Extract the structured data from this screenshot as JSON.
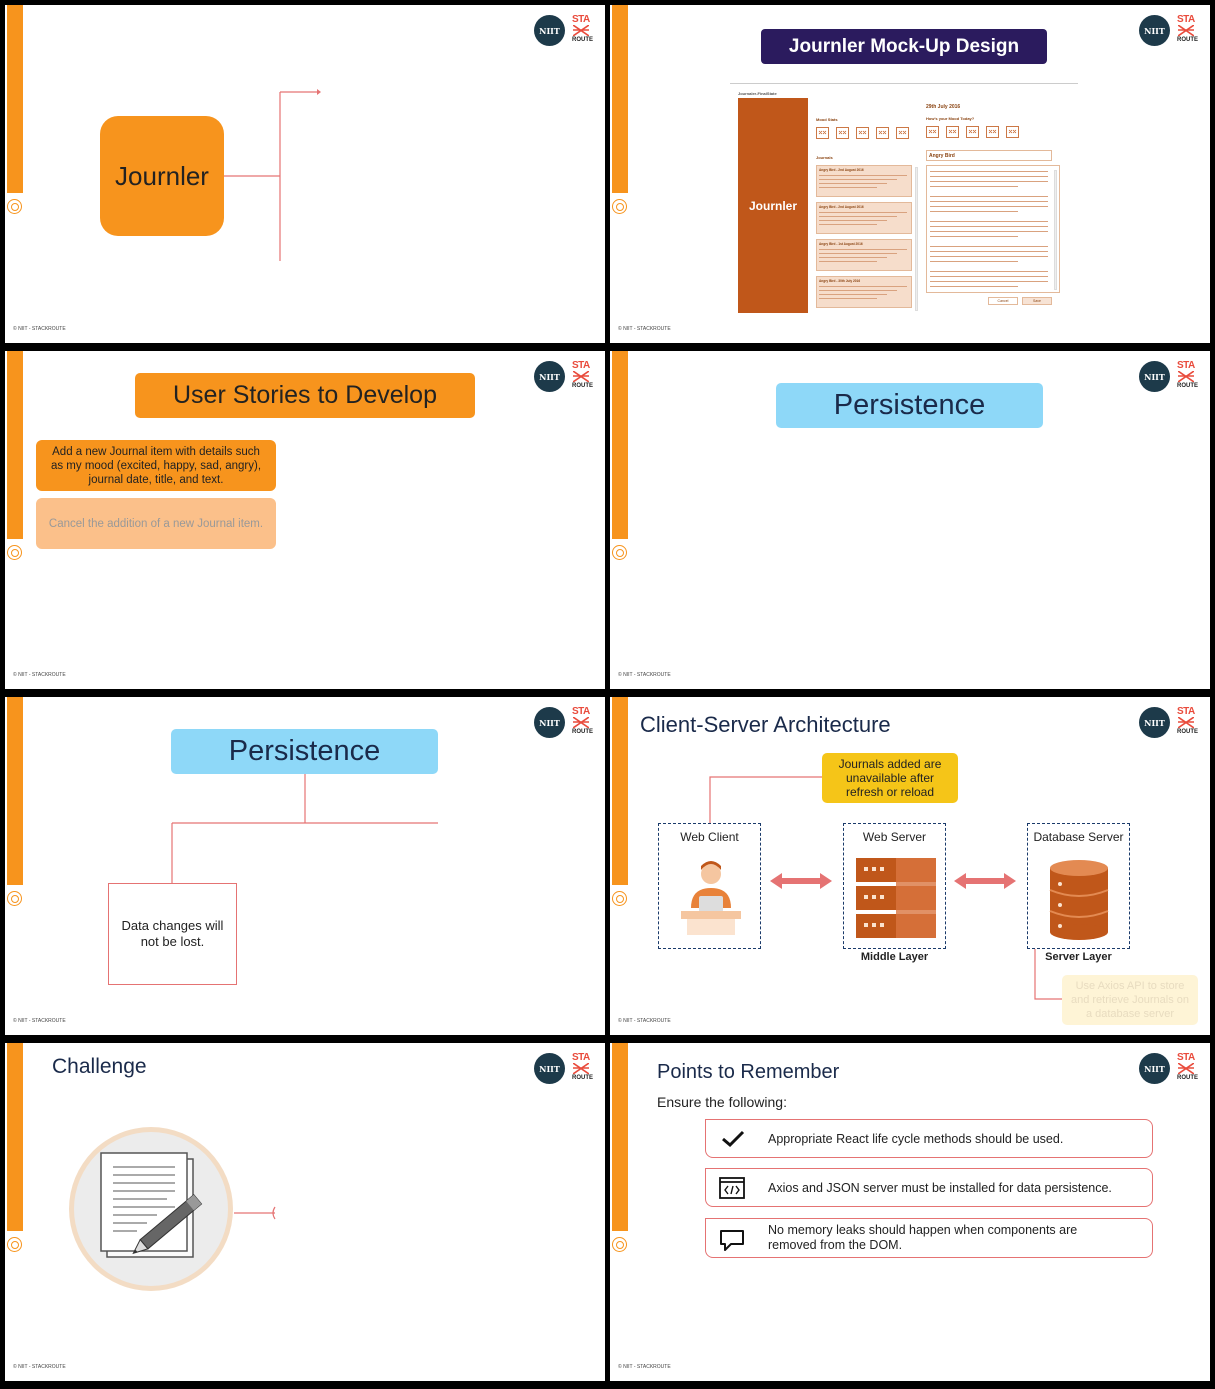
{
  "footer": "© NIIT - STACKROUTE",
  "logo": {
    "niit": "NIIT",
    "sta": "STA",
    "route": "ROUTE"
  },
  "colors": {
    "orange": "#F7941D",
    "navy": "#2B1B5E",
    "lightblue": "#8ED8F8",
    "salmon": "#E57373",
    "yellow": "#F5C518",
    "brown": "#C0571A"
  },
  "slide1": {
    "box": "Journler"
  },
  "slide2": {
    "title": "Journler Mock-Up Design",
    "brand": "Journler",
    "date": "29th July 2016",
    "mood_question": "How's your Mood Today?",
    "mood_stats": "Mood Stats",
    "journals": "Journals",
    "entry_title": "Angry Bird",
    "entries": [
      "Angry Bird - 2nd August 2016",
      "Angry Bird - 2nd August 2016",
      "Angry Bird - 1st August 2016",
      "Angry Bird - 30th July 2016"
    ],
    "cancel": "Cancel",
    "save": "Save",
    "header": "Journaler-FinalState"
  },
  "slide3": {
    "title": "User Stories to Develop",
    "story1": "Add a new Journal item with details such as my mood (excited, happy, sad, angry), journal date, title, and text.",
    "story2": "Cancel the addition of a new Journal item."
  },
  "slide4": {
    "title": "Persistence"
  },
  "slide5": {
    "title": "Persistence",
    "note": "Data changes will not be lost."
  },
  "slide6": {
    "title": "Client-Server Architecture",
    "callout": "Journals added are unavailable after refresh or reload",
    "web_client": "Web Client",
    "web_server": "Web Server",
    "db_server": "Database Server",
    "middle_layer": "Middle Layer",
    "server_layer": "Server Layer",
    "faded_note": "Use Axios API to store and retrieve Journals on a database server"
  },
  "slide7": {
    "title": "Challenge",
    "icon": "document-pencil-icon"
  },
  "slide8": {
    "title": "Points to Remember",
    "subtitle": "Ensure the following:",
    "points": [
      {
        "icon": "checkmark-icon",
        "text": "Appropriate React life cycle methods should be used."
      },
      {
        "icon": "code-window-icon",
        "text": "Axios and JSON server must be installed for data persistence."
      },
      {
        "icon": "speech-bubble-icon",
        "text": "No memory leaks should happen when components are removed from the DOM."
      }
    ]
  }
}
